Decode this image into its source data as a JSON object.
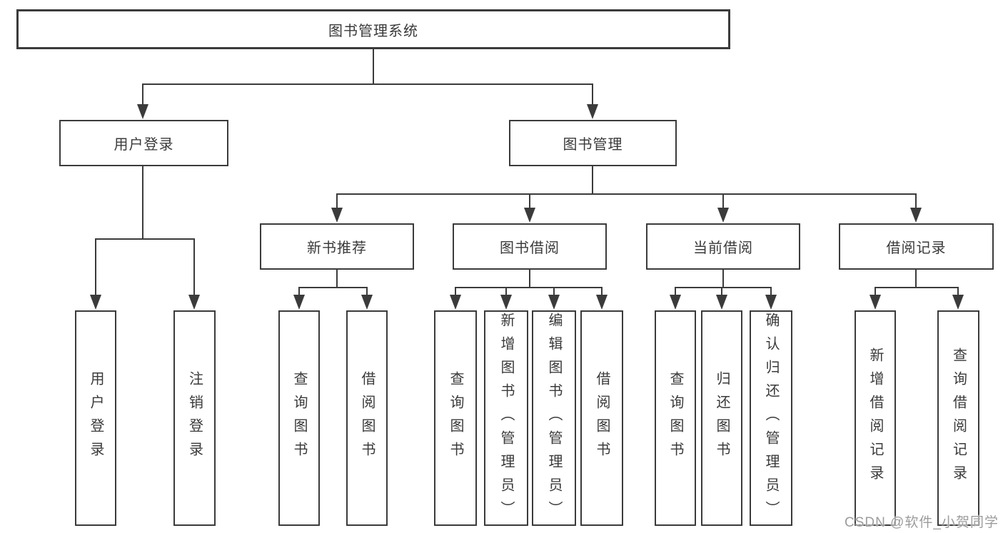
{
  "colors": {
    "line": "#3b3b3b",
    "text": "#3a3a3a",
    "box_bg": "#ffffff",
    "watermark": "#9c9c9c"
  },
  "tree": {
    "root": {
      "label": "图书管理系统"
    },
    "branches": [
      {
        "label": "用户登录",
        "children": [
          {
            "label": "用户登录"
          },
          {
            "label": "注销登录"
          }
        ]
      },
      {
        "label": "图书管理",
        "children": [
          {
            "label": "新书推荐",
            "children": [
              {
                "label": "查询图书"
              },
              {
                "label": "借阅图书"
              }
            ]
          },
          {
            "label": "图书借阅",
            "children": [
              {
                "label": "查询图书"
              },
              {
                "label": "新增图书（管理员）"
              },
              {
                "label": "编辑图书（管理员）"
              },
              {
                "label": "借阅图书"
              }
            ]
          },
          {
            "label": "当前借阅",
            "children": [
              {
                "label": "查询图书"
              },
              {
                "label": "归还图书"
              },
              {
                "label": "确认归还（管理员）"
              }
            ]
          },
          {
            "label": "借阅记录",
            "children": [
              {
                "label": "新增借阅记录"
              },
              {
                "label": "查询借阅记录"
              }
            ]
          }
        ]
      }
    ]
  },
  "watermark": {
    "text": "CSDN @软件_小贺同学"
  }
}
